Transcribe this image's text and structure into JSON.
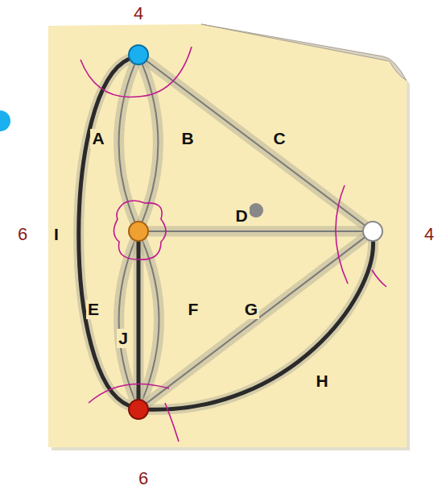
{
  "diagram": {
    "nodes": [
      {
        "text": [
          "4"
        ]
      },
      {
        "text": [
          "6"
        ]
      },
      {
        "text": [
          "4"
        ]
      },
      {
        "text": [
          "6"
        ]
      }
    ],
    "edges": [
      {
        "from": 0,
        "to": 1,
        "arrow": "none",
        "label": "A"
      },
      {
        "from": 0,
        "to": 1,
        "arrow": "none",
        "label": "B"
      },
      {
        "from": 0,
        "to": 2,
        "arrow": "none",
        "label": "C"
      },
      {
        "from": 1,
        "to": 2,
        "arrow": "none",
        "label": "D"
      },
      {
        "from": 1,
        "to": 3,
        "arrow": "none",
        "label": "E"
      },
      {
        "from": 1,
        "to": 3,
        "arrow": "none",
        "label": "F"
      },
      {
        "from": 2,
        "to": 3,
        "arrow": "none",
        "label": "G"
      },
      {
        "from": 2,
        "to": 3,
        "arrow": "none",
        "label": "H"
      },
      {
        "from": 0,
        "to": 3,
        "arrow": "none",
        "label": "I"
      },
      {
        "from": 1,
        "to": 3,
        "arrow": "none",
        "label": "J"
      }
    ]
  }
}
